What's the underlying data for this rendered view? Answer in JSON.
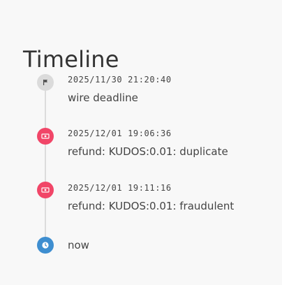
{
  "page": {
    "title": "Timeline"
  },
  "colors": {
    "gray_dot": "#dbdbdb",
    "red_dot": "#f14668",
    "blue_dot": "#3e8ed0"
  },
  "events": [
    {
      "timestamp": "2025/11/30 21:20:40",
      "label": "wire deadline",
      "icon": "flag-icon"
    },
    {
      "timestamp": "2025/12/01 19:06:36",
      "label": "refund: KUDOS:0.01: duplicate",
      "icon": "money-icon"
    },
    {
      "timestamp": "2025/12/01 19:11:16",
      "label": "refund: KUDOS:0.01: fraudulent",
      "icon": "money-icon"
    },
    {
      "timestamp": "",
      "label": "now",
      "icon": "clock-icon"
    }
  ]
}
